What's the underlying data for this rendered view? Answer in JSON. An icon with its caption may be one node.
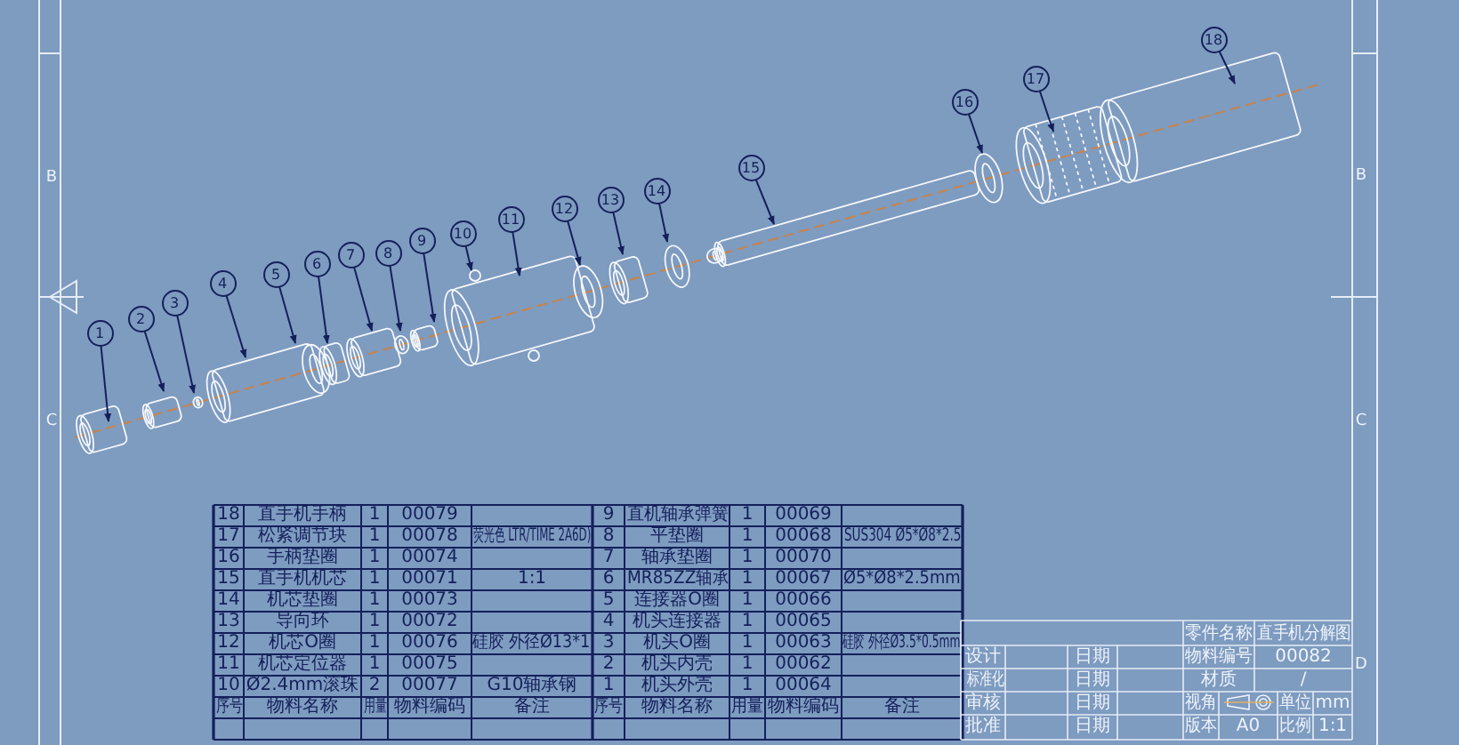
{
  "diagram": {
    "nodes": [
      {
        "text": [
          "1"
        ]
      },
      {
        "text": [
          "2"
        ]
      },
      {
        "text": [
          "3"
        ]
      },
      {
        "text": [
          "4"
        ]
      },
      {
        "text": [
          "5"
        ]
      },
      {
        "text": [
          "6"
        ]
      },
      {
        "text": [
          "7"
        ]
      },
      {
        "text": [
          "8"
        ]
      },
      {
        "text": [
          "9"
        ]
      },
      {
        "text": [
          "10"
        ]
      },
      {
        "text": [
          "11"
        ]
      },
      {
        "text": [
          "12"
        ]
      },
      {
        "text": [
          "13"
        ]
      },
      {
        "text": [
          "14"
        ]
      },
      {
        "text": [
          "15"
        ]
      },
      {
        "text": [
          "16"
        ]
      },
      {
        "text": [
          "17"
        ]
      },
      {
        "text": [
          "18"
        ]
      }
    ],
    "edges": [
      {
        "from": 0,
        "to": null,
        "arrow": "to"
      },
      {
        "from": 1,
        "to": null,
        "arrow": "to"
      },
      {
        "from": 2,
        "to": null,
        "arrow": "to"
      },
      {
        "from": 3,
        "to": null,
        "arrow": "to"
      },
      {
        "from": 4,
        "to": null,
        "arrow": "to"
      },
      {
        "from": 5,
        "to": null,
        "arrow": "to"
      },
      {
        "from": 6,
        "to": null,
        "arrow": "to"
      },
      {
        "from": 7,
        "to": null,
        "arrow": "to"
      },
      {
        "from": 8,
        "to": null,
        "arrow": "to"
      },
      {
        "from": 9,
        "to": null,
        "arrow": "to"
      },
      {
        "from": 10,
        "to": null,
        "arrow": "to"
      },
      {
        "from": 11,
        "to": null,
        "arrow": "to"
      },
      {
        "from": 12,
        "to": null,
        "arrow": "to"
      },
      {
        "from": 13,
        "to": null,
        "arrow": "to"
      },
      {
        "from": 14,
        "to": null,
        "arrow": "to"
      },
      {
        "from": 15,
        "to": null,
        "arrow": "to"
      },
      {
        "from": 16,
        "to": null,
        "arrow": "to"
      },
      {
        "from": 17,
        "to": null,
        "arrow": "to"
      }
    ],
    "labels": [
      "18",
      "直手机手柄",
      "1",
      "00079",
      "9",
      "直机轴承弹簧",
      "1",
      "00069",
      "17",
      "松紧调节块",
      "1",
      "00078",
      "荧光色 LTR/TIME 2A6D)",
      "8",
      "平垫圈",
      "1",
      "00068",
      "SUS304 Ø5*Ø8*2.5",
      "16",
      "手柄垫圈",
      "1",
      "00074",
      "7",
      "轴承垫圈",
      "1",
      "00070",
      "15",
      "直手机机芯",
      "1",
      "00071",
      "1:1",
      "6",
      "MR85ZZ轴承",
      "1",
      "00067",
      "Ø5*Ø8*2.5mm",
      "14",
      "机芯垫圈",
      "1",
      "00073",
      "5",
      "连接器O圈",
      "1",
      "00066",
      "13",
      "导向环",
      "1",
      "00072",
      "4",
      "机头连接器",
      "1",
      "00065",
      "12",
      "机芯O圈",
      "1",
      "00076",
      "硅胶 外径Ø13*1",
      "3",
      "机头O圈",
      "1",
      "00063",
      "硅胶 外径Ø3.5*0.5mm",
      "11",
      "机芯定位器",
      "1",
      "00075",
      "2",
      "机头内壳",
      "1",
      "00062",
      "10",
      "Ø2.4mm滚珠",
      "2",
      "00077",
      "G10轴承钢",
      "1",
      "机头外壳",
      "1",
      "00064",
      "序号",
      "物料名称",
      "用量",
      "物料编码",
      "备注",
      "序号",
      "物料名称",
      "用量",
      "物料编码",
      "备注",
      "零件名称",
      "直手机分解图",
      "设计",
      "日期",
      "物料编号",
      "00082",
      "标准化",
      "日期",
      "材质",
      "/",
      "审核",
      "日期",
      "视角",
      "单位",
      "mm",
      "批准",
      "日期",
      "版本",
      "A0",
      "比例",
      "1:1",
      "B",
      "B",
      "C",
      "C",
      "D"
    ]
  }
}
